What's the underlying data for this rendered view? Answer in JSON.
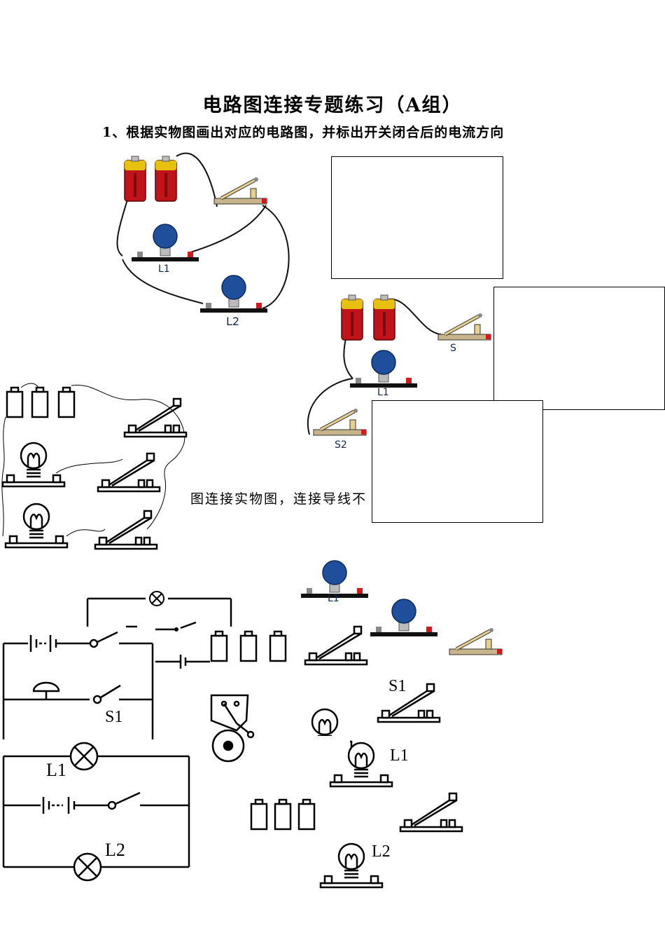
{
  "page": {
    "title": "电路图连接专题练习（A组）",
    "question1": "1、根据实物图画出对应的电路图，并标出开关闭合后的电流方向",
    "question2_fragment": "图连接实物图，连接导线不"
  },
  "figure1": {
    "label_l1": "L1",
    "label_l2": "L2"
  },
  "figure2": {
    "label_s": "S",
    "label_l1": "L1",
    "label_s2": "S2"
  },
  "figure4": {
    "label_l1": "L1"
  },
  "schematic_a": {
    "label_s1": "S1"
  },
  "schematic_b": {
    "label_l1": "L1",
    "label_l2": "L2"
  },
  "components_right": {
    "label_s1": "S1",
    "label_l1": "L1",
    "label_l2": "L2"
  },
  "colors": {
    "bulb_blue": "#1f4f9a",
    "battery_red": "#c0141a",
    "base_tan": "#c8b48a"
  },
  "icons": [
    "battery-icon",
    "bulb-icon",
    "knife-switch-icon",
    "bell-icon",
    "lamp-symbol-icon"
  ]
}
